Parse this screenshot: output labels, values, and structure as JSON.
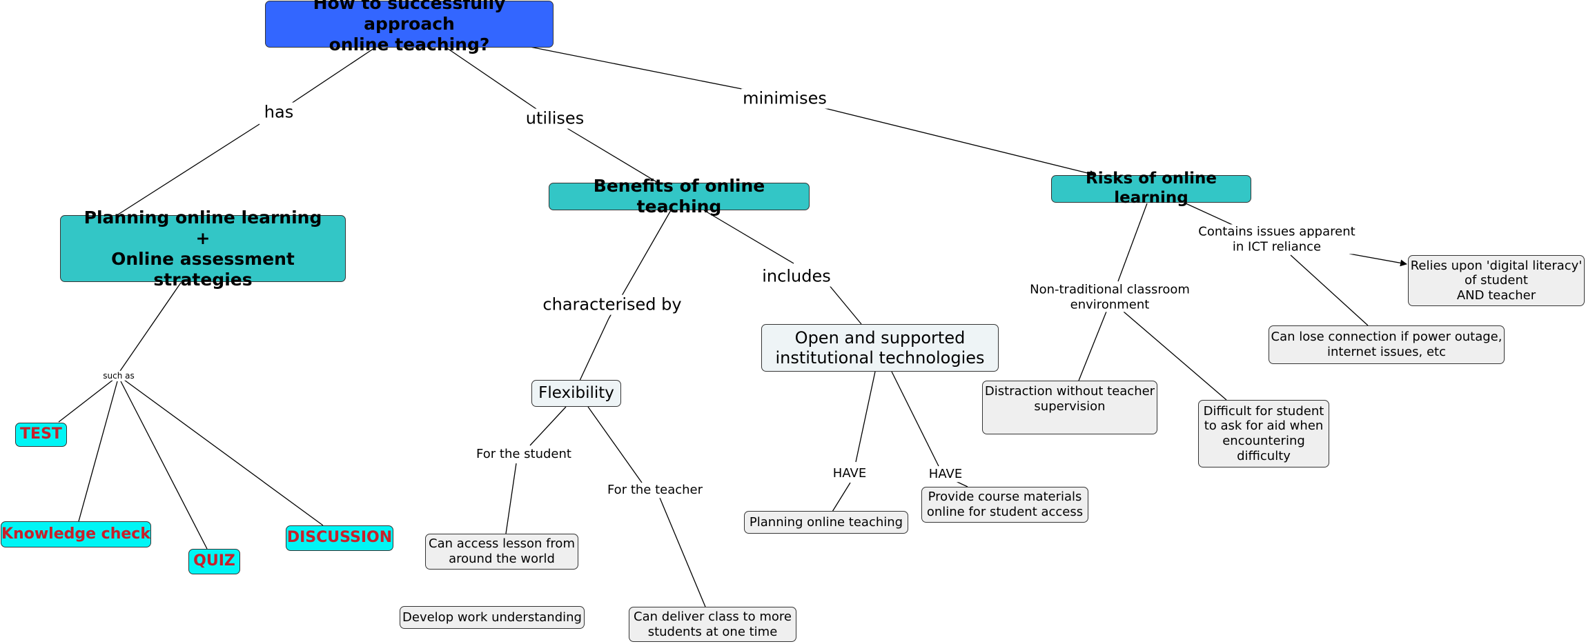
{
  "colors": {
    "main": "#3366ff",
    "category": "#33c6c6",
    "concept": "#eef4f6",
    "leaf": "#efefef",
    "example": "#00f5f5",
    "example_text": "#c8202a"
  },
  "nodes": {
    "main": "How to successfully approach\nonline teaching?",
    "planning": "Planning online learning\n+\nOnline assessment strategies",
    "benefits": "Benefits of online teaching",
    "risks": "Risks of online learning",
    "test": "TEST",
    "knowledge_check": "Knowledge check",
    "quiz": "QUIZ",
    "discussion": "DISCUSSION",
    "flexibility": "Flexibility",
    "open_tech": "Open and supported\ninstitutional technologies",
    "access_world": "Can access lesson from\naround the world",
    "develop_work": "Develop work understanding",
    "deliver_class": "Can deliver class to more\nstudents at one time",
    "planning_online": "Planning online teaching",
    "provide_materials": "Provide course materials\nonline for student access",
    "distraction": "Distraction without teacher\nsupervision",
    "difficult_aid": "Difficult for student\nto ask for aid when\nencountering\ndifficulty",
    "lose_connection": "Can lose connection if power outage,\ninternet issues, etc",
    "digital_literacy": "Relies upon 'digital literacy'\nof student\nAND teacher"
  },
  "links": {
    "has": "has",
    "utilises": "utilises",
    "minimises": "minimises",
    "such_as": "such as",
    "characterised_by": "characterised by",
    "includes": "includes",
    "for_student": "For the student",
    "for_teacher": "For the teacher",
    "have_1": "HAVE",
    "have_2": "HAVE",
    "non_traditional": "Non-traditional classroom\nenvironment",
    "contains_issues": "Contains issues apparent\nin ICT reliance"
  }
}
